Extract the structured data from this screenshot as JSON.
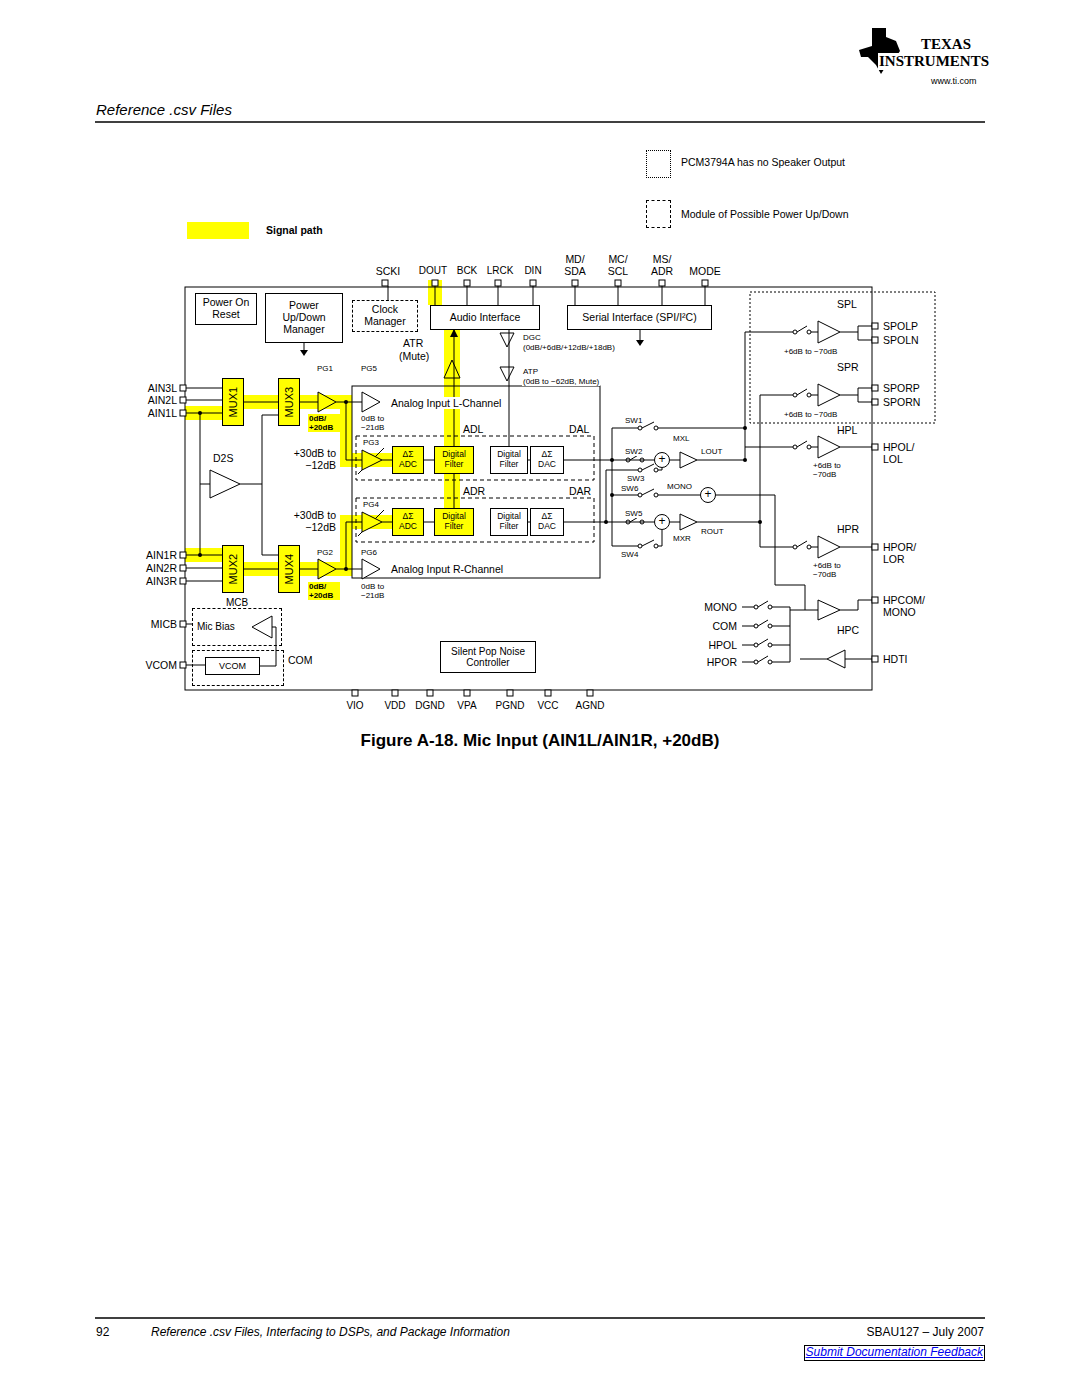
{
  "diagram": {
    "caption": "Figure A-18. Mic Input (AIN1L/AIN1R, +20dB)",
    "nodes": [
      {
        "text": [
          "Power On Reset"
        ]
      },
      {
        "text": [
          "Power Up/Down Manager"
        ]
      },
      {
        "text": [
          "Clock Manager"
        ]
      },
      {
        "text": [
          "Audio Interface"
        ]
      },
      {
        "text": [
          "Serial Interface (SPI/I²C)"
        ]
      },
      {
        "text": [
          "MUX1"
        ]
      },
      {
        "text": [
          "MUX3"
        ]
      },
      {
        "text": [
          "MUX2"
        ]
      },
      {
        "text": [
          "MUX4"
        ]
      },
      {
        "text": [
          "ΔΣ ADC"
        ]
      },
      {
        "text": [
          "Digital Filter"
        ]
      },
      {
        "text": [
          "Digital Filter"
        ]
      },
      {
        "text": [
          "ΔΣ DAC"
        ]
      },
      {
        "text": [
          "ΔΣ ADC"
        ]
      },
      {
        "text": [
          "Digital Filter"
        ]
      },
      {
        "text": [
          "Digital Filter"
        ]
      },
      {
        "text": [
          "ΔΣ DAC"
        ]
      },
      {
        "text": [
          "MCB",
          "Mic Bias"
        ]
      },
      {
        "text": [
          "COM"
        ]
      },
      {
        "text": [
          "VCOM"
        ],
        "in": 18
      },
      {
        "text": [
          "Silent Pop Noise Controller"
        ]
      },
      {
        "text": [
          "+"
        ]
      },
      {
        "text": [
          "+"
        ]
      },
      {
        "text": [
          "+"
        ]
      }
    ],
    "edges": [
      {
        "from": 5,
        "to": 6,
        "arrow": "none"
      },
      {
        "from": 7,
        "to": 8,
        "arrow": "none"
      },
      {
        "from": 9,
        "to": 10,
        "arrow": "none"
      },
      {
        "from": 10,
        "to": 3,
        "arrow": "to"
      },
      {
        "from": 3,
        "to": 11,
        "arrow": "none"
      },
      {
        "from": 11,
        "to": 12,
        "arrow": "none"
      },
      {
        "from": 13,
        "to": 14,
        "arrow": "none"
      },
      {
        "from": 14,
        "to": 10,
        "arrow": "none"
      },
      {
        "from": 15,
        "to": 16,
        "arrow": "none"
      },
      {
        "from": 12,
        "to": 21,
        "arrow": "none"
      },
      {
        "from": 16,
        "to": 23,
        "arrow": "none"
      }
    ],
    "labels": [
      "Reference .csv Files",
      "TEXAS",
      "INSTRUMENTS",
      "www.ti.com",
      "SCKI",
      "DOUT",
      "BCK",
      "LRCK",
      "DIN",
      "MD/ SDA",
      "MC/ SCL",
      "MS/ ADR",
      "MODE",
      "AIN3L",
      "AIN2L",
      "AIN1L",
      "AIN1R",
      "AIN2R",
      "AIN3R",
      "MICB",
      "VCOM",
      "SPOLP",
      "SPOLN",
      "SPORP",
      "SPORN",
      "HPOL/ LOL",
      "HPOR/ LOR",
      "HPCOM/ MONO",
      "HDTI",
      "VIO",
      "VDD",
      "DGND",
      "VPA",
      "PGND",
      "VCC",
      "AGND",
      "ATR",
      "(Mute)",
      "DGC",
      "(0dB/+6dB/+12dB/+18dB)",
      "ATP",
      "(0dB to −62dB, Mute)",
      "PG1",
      "PG5",
      "0dB/ +20dB",
      "0dB to −21dB",
      "Analog Input L-Channel",
      "PG3",
      "+30dB to −12dB",
      "ADL",
      "DAL",
      "ADR",
      "DAR",
      "PG4",
      "+30dB to −12dB",
      "PG2",
      "PG6",
      "Analog Input R-Channel",
      "0dB/ +20dB",
      "0dB to −21dB",
      "SW1",
      "SW2",
      "SW3",
      "MXL",
      "LOUT",
      "SW6",
      "MONO",
      "SW5",
      "MXR",
      "ROUT",
      "SW4",
      "SPL",
      "+6dB to −70dB",
      "SPR",
      "+6dB to −70dB",
      "HPL",
      "+6dB to −70dB",
      "HPR",
      "+6dB to −70dB",
      "HPC",
      "MONO",
      "COM",
      "HPOL",
      "HPOR",
      "D2S",
      "92",
      "Reference .csv Files, Interfacing to DSPs, and Package Information",
      "SBAU127 – July 2007",
      "Submit Documentation Feedback"
    ],
    "legend": [
      {
        "text": "PCM3794A has no Speaker Output"
      },
      {
        "text": "Module of Possible Power Up/Down"
      },
      {
        "text": "Signal path",
        "color": "#ffff00"
      }
    ]
  }
}
